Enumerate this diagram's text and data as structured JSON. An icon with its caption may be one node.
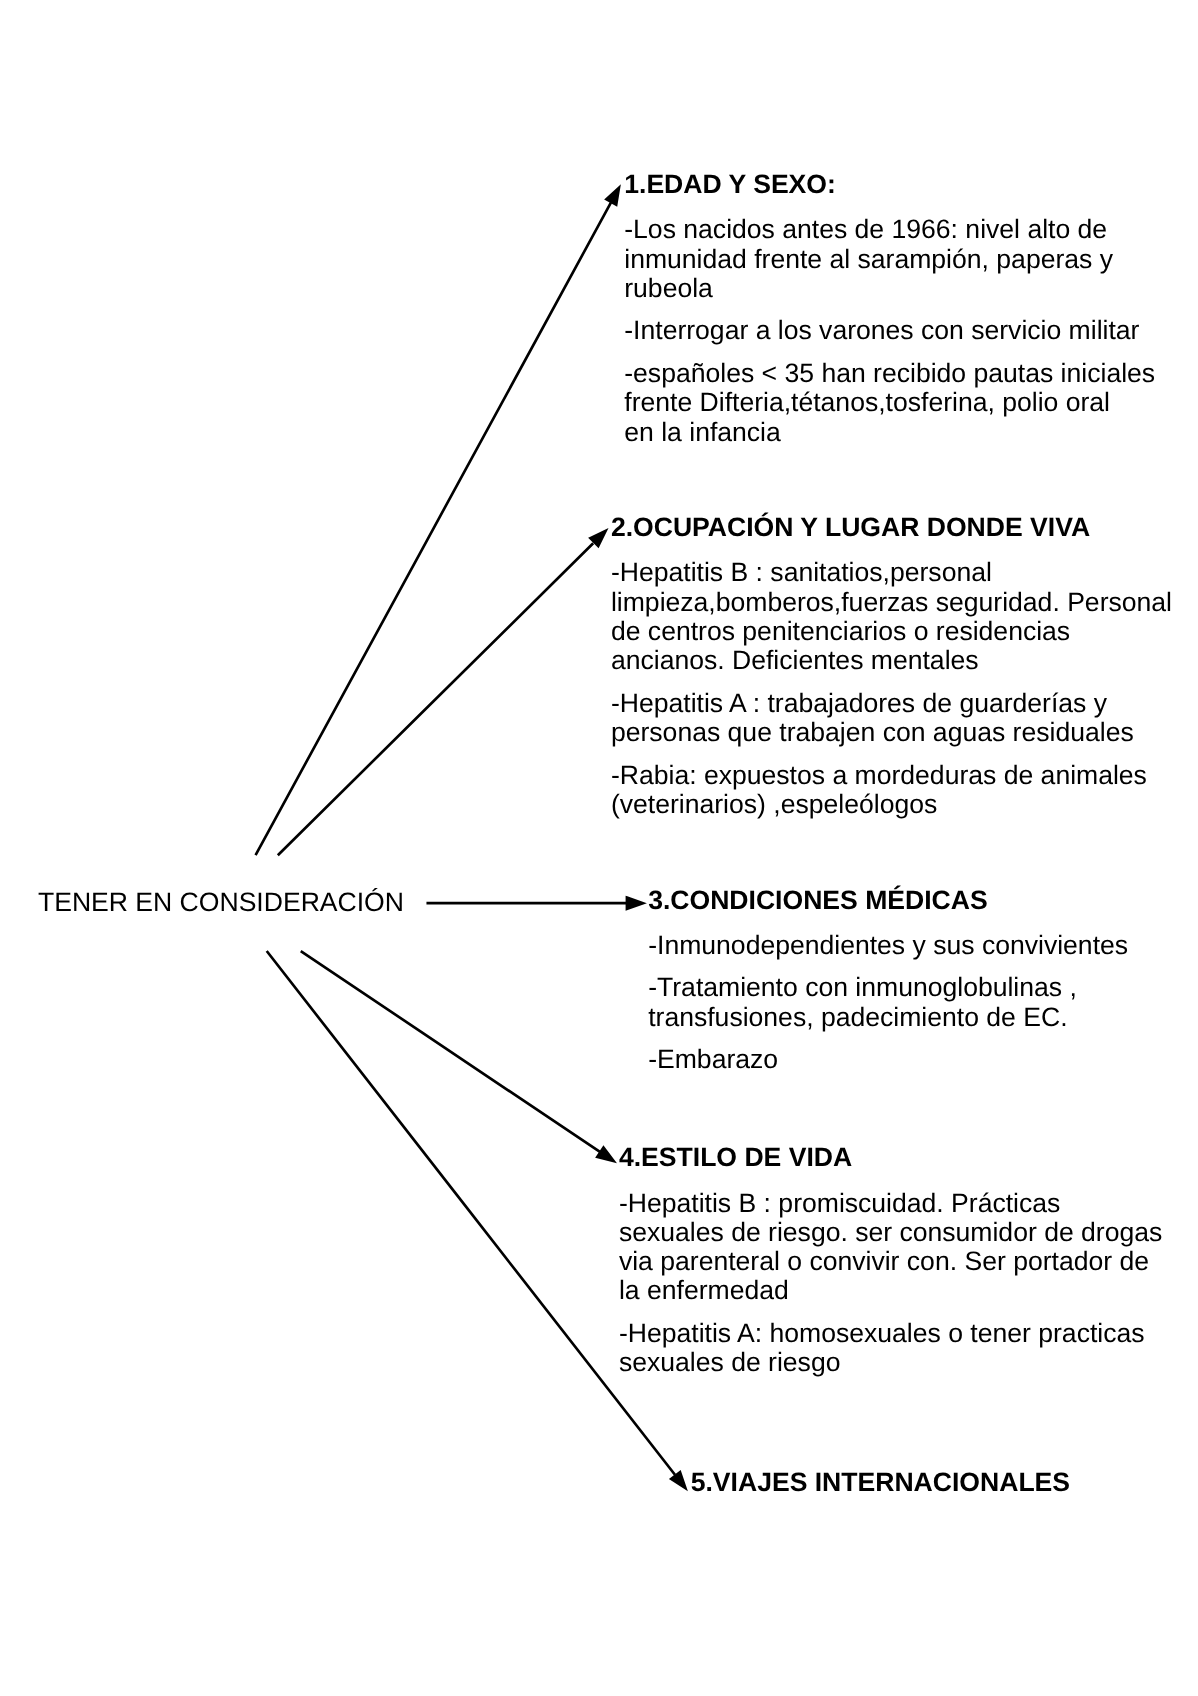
{
  "diagram": {
    "nodes": [
      {
        "text": [
          "TENER EN CONSIDERACIÓN"
        ]
      },
      {
        "text": [
          "1.EDAD Y SEXO:",
          "-Los nacidos antes de 1966: nivel alto de inmunidad frente al sarampión, paperas y rubeola",
          "-Interrogar a los varones con servicio militar",
          "-españoles < 35 han recibido pautas iniciales frente Difteria,tétanos,tosferina, polio oral en la infancia"
        ]
      },
      {
        "text": [
          "2.OCUPACIÓN Y LUGAR DONDE VIVA",
          "-Hepatitis B : sanitatios,personal limpieza,bomberos,fuerzas seguridad. Personal de centros penitenciarios o residencias ancianos. Deficientes mentales",
          "-Hepatitis A : trabajadores de guarderías y personas que trabajen con aguas residuales",
          "-Rabia: expuestos a mordeduras de animales (veterinarios) ,espeleólogos"
        ]
      },
      {
        "text": [
          "3.CONDICIONES MÉDICAS",
          "-Inmunodependientes y sus convivientes",
          "-Tratamiento con inmunoglobulinas , transfusiones, padecimiento de EC.",
          "-Embarazo"
        ]
      },
      {
        "text": [
          "4.ESTILO DE VIDA",
          "-Hepatitis B : promiscuidad. Prácticas sexuales de riesgo. ser consumidor de drogas via parenteral o convivir con. Ser portador de la enfermedad",
          "-Hepatitis A: homosexuales o tener practicas sexuales de riesgo"
        ]
      },
      {
        "text": [
          "5.VIAJES INTERNACIONALES"
        ]
      }
    ],
    "edges": [
      {
        "from": 0,
        "to": 1,
        "arrow": "to"
      },
      {
        "from": 0,
        "to": 2,
        "arrow": "to"
      },
      {
        "from": 0,
        "to": 3,
        "arrow": "to"
      },
      {
        "from": 0,
        "to": 4,
        "arrow": "to"
      },
      {
        "from": 0,
        "to": 5,
        "arrow": "to"
      }
    ]
  }
}
